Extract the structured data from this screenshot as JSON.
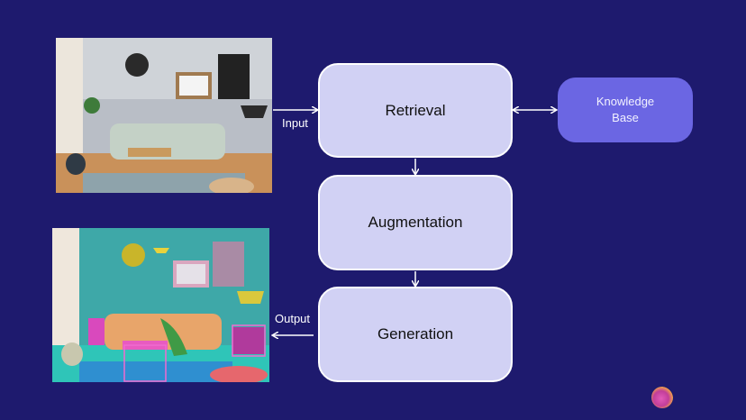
{
  "diagram": {
    "title": "RAG pipeline",
    "nodes": {
      "retrieval": "Retrieval",
      "augmentation": "Augmentation",
      "generation": "Generation",
      "knowledge_base": "Knowledge\nBase"
    },
    "edge_labels": {
      "input": "Input",
      "output": "Output"
    },
    "images": {
      "input": "living room photo (input)",
      "output": "living room with segmentation/detection boxes (output)"
    },
    "colors": {
      "background": "#1e1a6e",
      "process_box": "#d1d1f4",
      "knowledge_base": "#6b66e3",
      "arrows": "#ffffff"
    }
  }
}
